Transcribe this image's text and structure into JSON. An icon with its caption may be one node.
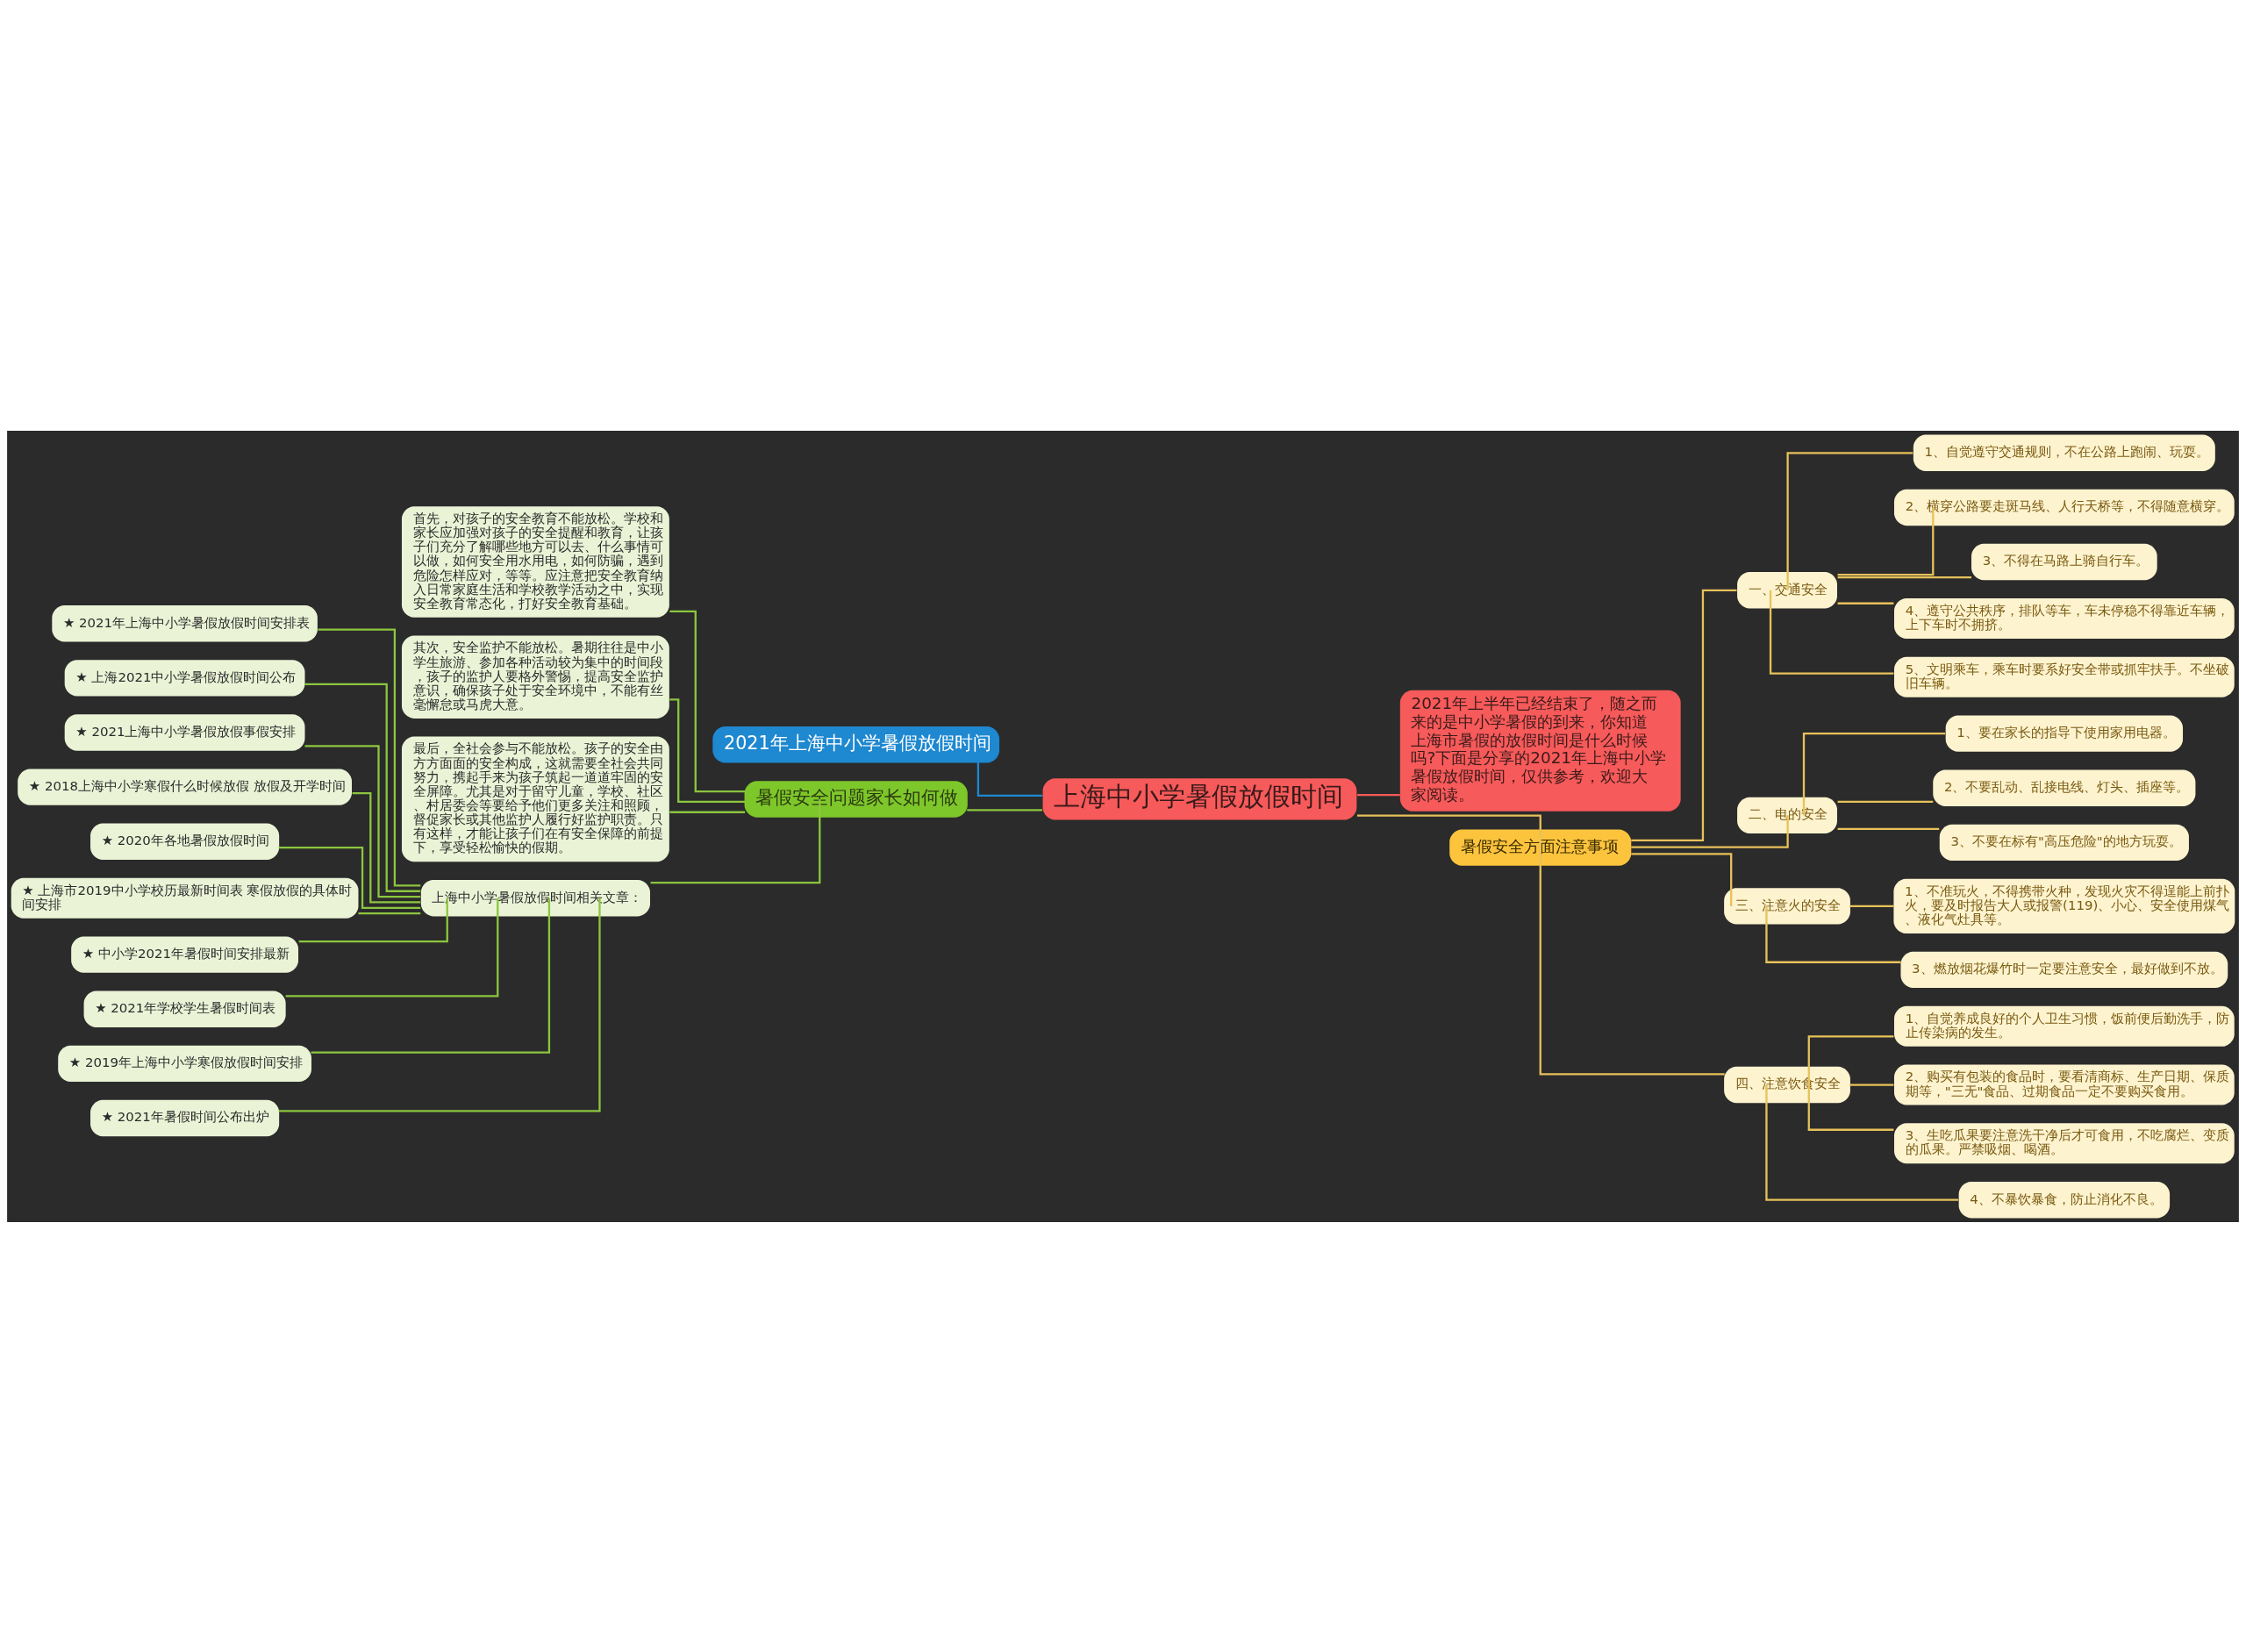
{
  "diagram": {
    "nodes": [
      {
        "text": [
          "上海中小学暑假放假时间"
        ]
      },
      {
        "text": [
          "2021年上海中小学暑假放假时间"
        ]
      },
      {
        "text": [
          "暑假安全问题家长如何做"
        ]
      },
      {
        "text": [
          "首先，对孩子的安全教育不能放松。学校和家长应加强对孩子的安全提醒和教育，让孩子们充分了解哪些地方可以去、什么事情可以做，如何安全用水用电，如何防骗，遇到危险怎样应对，等等。应注意把安全教育纳入日常家庭生活和学校教学活动之中，实现安全教育常态化，打好安全教育基础。"
        ]
      },
      {
        "text": [
          "其次，安全监护不能放松。暑期往往是中小学生旅游、参加各种活动较为集中的时间段，孩子的监护人要格外警惕，提高安全监护意识，确保孩子处于安全环境中，不能有丝毫懈怠或马虎大意。"
        ]
      },
      {
        "text": [
          "最后，全社会参与不能放松。孩子的安全由方方面面的安全构成，这就需要全社会共同努力，携起手来为孩子筑起一道道牢固的安全屏障。尤其是对于留守儿童，学校、社区、村居委会等要给予他们更多关注和照顾，督促家长或其他监护人履行好监护职责。只有这样，才能让孩子们在有安全保障的前提下，享受轻松愉快的假期。"
        ]
      },
      {
        "text": [
          "上海中小学暑假放假时间相关文章："
        ]
      },
      {
        "text": [
          "★ 2021年上海中小学暑假放假时间安排表"
        ]
      },
      {
        "text": [
          "★ 上海2021中小学暑假放假时间公布"
        ]
      },
      {
        "text": [
          "★ 2021上海中小学暑假放假事假安排"
        ]
      },
      {
        "text": [
          "★ 2018上海中小学寒假什么时候放假 放假及开学时间"
        ]
      },
      {
        "text": [
          "★ 2020年各地暑假放假时间"
        ]
      },
      {
        "text": [
          "★ 上海市2019中小学校历最新时间表 寒假放假的具体时间安排"
        ]
      },
      {
        "text": [
          "★ 中小学2021年暑假时间安排最新"
        ]
      },
      {
        "text": [
          "★ 2021年学校学生暑假时间表"
        ]
      },
      {
        "text": [
          "★ 2019年上海中小学寒假放假时间安排"
        ]
      },
      {
        "text": [
          "★ 2021年暑假时间公布出炉"
        ]
      },
      {
        "text": [
          "2021年上半年已经结束了，随之而来的是中小学暑假的到来，你知道上海市暑假的放假时间是什么时候吗?下面是分享的2021年上海中小学暑假放假时间，仅供参考，欢迎大家阅读。"
        ]
      },
      {
        "text": [
          "暑假安全方面注意事项"
        ]
      },
      {
        "text": [
          "一、交通安全"
        ]
      },
      {
        "text": [
          "1、自觉遵守交通规则，不在公路上跑闹、玩耍。"
        ]
      },
      {
        "text": [
          "2、横穿公路要走斑马线、人行天桥等，不得随意横穿。"
        ]
      },
      {
        "text": [
          "3、不得在马路上骑自行车。"
        ]
      },
      {
        "text": [
          "4、遵守公共秩序，排队等车，车未停稳不得靠近车辆，上下车时不拥挤。"
        ]
      },
      {
        "text": [
          "5、文明乘车，乘车时要系好安全带或抓牢扶手。不坐破旧车辆。"
        ]
      },
      {
        "text": [
          "二、电的安全"
        ]
      },
      {
        "text": [
          "1、要在家长的指导下使用家用电器。"
        ]
      },
      {
        "text": [
          "2、不要乱动、乱接电线、灯头、插座等。"
        ]
      },
      {
        "text": [
          "3、不要在标有\"高压危险\"的地方玩耍。"
        ]
      },
      {
        "text": [
          "三、注意火的安全"
        ]
      },
      {
        "text": [
          "1、不准玩火，不得携带火种，发现火灾不得逞能上前扑火，要及时报告大人或报警(119)、小心、安全使用煤气、液化气灶具等。"
        ]
      },
      {
        "text": [
          "3、燃放烟花爆竹时一定要注意安全，最好做到不放。"
        ]
      },
      {
        "text": [
          "四、注意饮食安全"
        ]
      },
      {
        "text": [
          "1、自觉养成良好的个人卫生习惯，饭前便后勤洗手，防止传染病的发生。"
        ]
      },
      {
        "text": [
          "2、购买有包装的食品时，要看清商标、生产日期、保质期等，\"三无\"食品、过期食品一定不要购买食用。"
        ]
      },
      {
        "text": [
          "3、生吃瓜果要注意洗干净后才可食用，不吃腐烂、变质的瓜果。严禁吸烟、喝酒。"
        ]
      },
      {
        "text": [
          "4、不暴饮暴食，防止消化不良。"
        ]
      }
    ],
    "edges": [
      {
        "from": 0,
        "to": 1,
        "arrow": "none",
        "color": "#1e88d0"
      },
      {
        "from": 0,
        "to": 2,
        "arrow": "none",
        "color": "#8cc63f"
      },
      {
        "from": 2,
        "to": 3,
        "arrow": "none",
        "color": "#8cc63f"
      },
      {
        "from": 2,
        "to": 4,
        "arrow": "none",
        "color": "#8cc63f"
      },
      {
        "from": 2,
        "to": 5,
        "arrow": "none",
        "color": "#8cc63f"
      },
      {
        "from": 2,
        "to": 6,
        "arrow": "none",
        "color": "#8cc63f"
      },
      {
        "from": 6,
        "to": 7,
        "arrow": "none",
        "color": "#8cc63f"
      },
      {
        "from": 6,
        "to": 8,
        "arrow": "none",
        "color": "#8cc63f"
      },
      {
        "from": 6,
        "to": 9,
        "arrow": "none",
        "color": "#8cc63f"
      },
      {
        "from": 6,
        "to": 10,
        "arrow": "none",
        "color": "#8cc63f"
      },
      {
        "from": 6,
        "to": 11,
        "arrow": "none",
        "color": "#8cc63f"
      },
      {
        "from": 6,
        "to": 12,
        "arrow": "none",
        "color": "#8cc63f"
      },
      {
        "from": 6,
        "to": 13,
        "arrow": "none",
        "color": "#8cc63f"
      },
      {
        "from": 6,
        "to": 14,
        "arrow": "none",
        "color": "#8cc63f"
      },
      {
        "from": 6,
        "to": 15,
        "arrow": "none",
        "color": "#8cc63f"
      },
      {
        "from": 6,
        "to": 16,
        "arrow": "none",
        "color": "#8cc63f"
      },
      {
        "from": 0,
        "to": 17,
        "arrow": "none",
        "color": "#f75a5a"
      },
      {
        "from": 0,
        "to": 18,
        "arrow": "none"
      },
      {
        "from": 18,
        "to": 19,
        "arrow": "none"
      },
      {
        "from": 18,
        "to": 25,
        "arrow": "none"
      },
      {
        "from": 18,
        "to": 29,
        "arrow": "none"
      },
      {
        "from": 18,
        "to": 32,
        "arrow": "none"
      },
      {
        "from": 19,
        "to": 20,
        "arrow": "none"
      },
      {
        "from": 19,
        "to": 21,
        "arrow": "none"
      },
      {
        "from": 19,
        "to": 22,
        "arrow": "none"
      },
      {
        "from": 19,
        "to": 23,
        "arrow": "none"
      },
      {
        "from": 19,
        "to": 24,
        "arrow": "none"
      },
      {
        "from": 25,
        "to": 26,
        "arrow": "none"
      },
      {
        "from": 25,
        "to": 27,
        "arrow": "none"
      },
      {
        "from": 25,
        "to": 28,
        "arrow": "none"
      },
      {
        "from": 29,
        "to": 30,
        "arrow": "none"
      },
      {
        "from": 29,
        "to": 31,
        "arrow": "none"
      },
      {
        "from": 32,
        "to": 33,
        "arrow": "none"
      },
      {
        "from": 32,
        "to": 34,
        "arrow": "none"
      },
      {
        "from": 32,
        "to": 35,
        "arrow": "none"
      },
      {
        "from": 32,
        "to": 36,
        "arrow": "none"
      }
    ]
  }
}
